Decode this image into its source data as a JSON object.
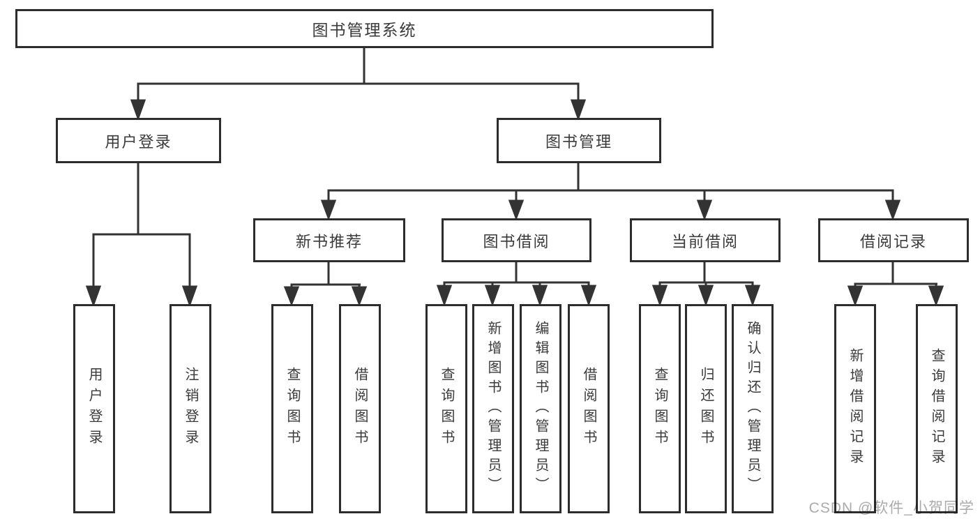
{
  "diagram": {
    "title": "图书管理系统",
    "branches": [
      {
        "label": "用户登录",
        "children": [
          {
            "label": "用户登录"
          },
          {
            "label": "注销登录"
          }
        ]
      },
      {
        "label": "图书管理",
        "children": [
          {
            "label": "新书推荐",
            "children": [
              {
                "label": "查询图书"
              },
              {
                "label": "借阅图书"
              }
            ]
          },
          {
            "label": "图书借阅",
            "children": [
              {
                "label": "查询图书"
              },
              {
                "label": "新增图书（管理员）"
              },
              {
                "label": "编辑图书（管理员）"
              },
              {
                "label": "借阅图书"
              }
            ]
          },
          {
            "label": "当前借阅",
            "children": [
              {
                "label": "查询图书"
              },
              {
                "label": "归还图书"
              },
              {
                "label": "确认归还（管理员）"
              }
            ]
          },
          {
            "label": "借阅记录",
            "children": [
              {
                "label": "新增借阅记录"
              },
              {
                "label": "查询借阅记录"
              }
            ]
          }
        ]
      }
    ]
  },
  "watermark": {
    "text": "CSDN @软件_小贺同学"
  },
  "colors": {
    "line": "#333333",
    "box_border": "#2d2d2d",
    "text": "#3a3a3a",
    "watermark": "#ababab",
    "background": "#ffffff"
  }
}
